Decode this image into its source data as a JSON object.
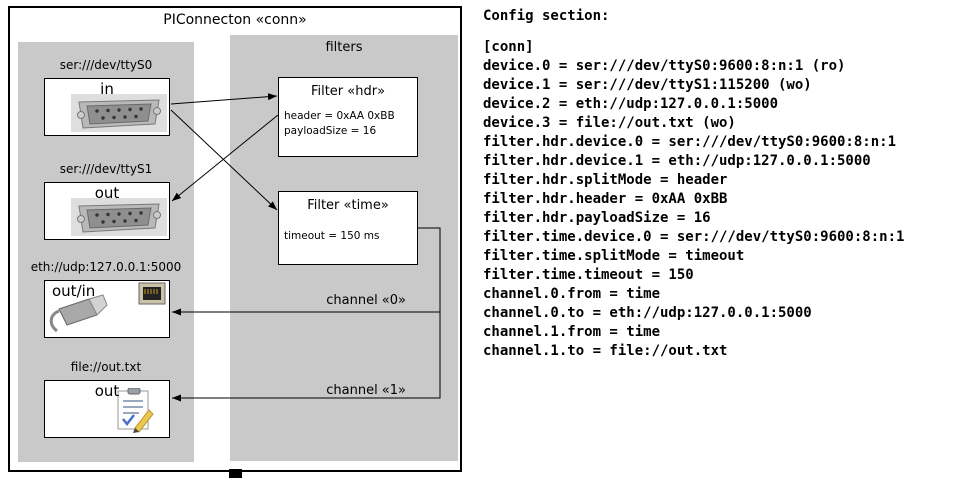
{
  "diagram": {
    "title": "PIConnecton «conn»",
    "devices": [
      {
        "label": "ser:///dev/ttyS0",
        "port": "in",
        "icon": "serial-connector-icon"
      },
      {
        "label": "ser:///dev/ttyS1",
        "port": "out",
        "icon": "serial-connector-icon"
      },
      {
        "label": "eth://udp:127.0.0.1:5000",
        "port": "out/in",
        "icon": "ethernet-connector-icon"
      },
      {
        "label": "file://out.txt",
        "port": "out",
        "icon": "document-icon"
      }
    ],
    "filters_panel_title": "filters",
    "filters": [
      {
        "title": "Filter «hdr»",
        "params": [
          "header = 0xAA 0xBB",
          "payloadSize = 16"
        ]
      },
      {
        "title": "Filter «time»",
        "params": [
          "timeout = 150 ms"
        ]
      }
    ],
    "channels": [
      {
        "label": "channel «0»"
      },
      {
        "label": "channel «1»"
      }
    ]
  },
  "config": {
    "heading": "Config section:",
    "lines": [
      "[conn]",
      "device.0 = ser:///dev/ttyS0:9600:8:n:1 (ro)",
      "device.1 = ser:///dev/ttyS1:115200 (wo)",
      "device.2 = eth://udp:127.0.0.1:5000",
      "device.3 = file://out.txt (wo)",
      "filter.hdr.device.0 = ser:///dev/ttyS0:9600:8:n:1",
      "filter.hdr.device.1 = eth://udp:127.0.0.1:5000",
      "filter.hdr.splitMode = header",
      "filter.hdr.header = 0xAA 0xBB",
      "filter.hdr.payloadSize = 16",
      "filter.time.device.0 = ser:///dev/ttyS0:9600:8:n:1",
      "filter.time.splitMode = timeout",
      "filter.time.timeout = 150",
      "channel.0.from = time",
      "channel.0.to = eth://udp:127.0.0.1:5000",
      "channel.1.from = time",
      "channel.1.to = file://out.txt"
    ]
  }
}
